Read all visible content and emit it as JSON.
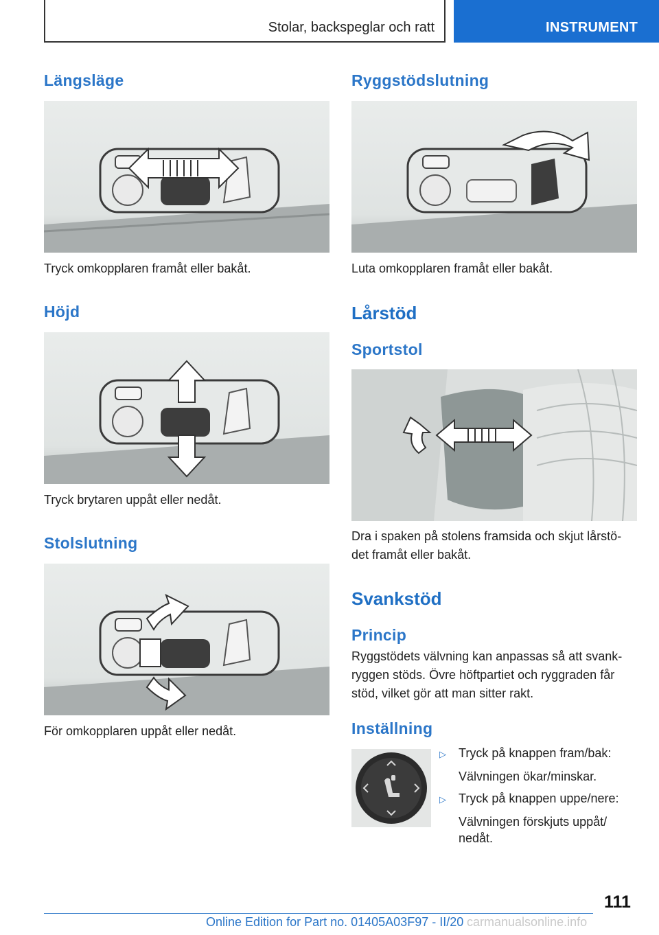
{
  "header": {
    "section": "Stolar, backspeglar och ratt",
    "chapter": "INSTRUMENT"
  },
  "left": {
    "langslage": {
      "heading": "Längsläge",
      "caption": "Tryck omkopplaren framåt eller bakåt."
    },
    "hojd": {
      "heading": "Höjd",
      "caption": "Tryck brytaren uppåt eller nedåt."
    },
    "stolslutning": {
      "heading": "Stolslutning",
      "caption": "För omkopplaren uppåt eller nedåt."
    }
  },
  "right": {
    "ryggstod": {
      "heading": "Ryggstödslutning",
      "caption": "Luta omkopplaren framåt eller bakåt."
    },
    "larstod": {
      "title": "Lårstöd",
      "sub": "Sportstol",
      "caption_line1": "Dra i spaken på stolens framsida och skjut lårstö-",
      "caption_line2": "det framåt eller bakåt."
    },
    "svankstod": {
      "title": "Svankstöd",
      "princip_heading": "Princip",
      "princip_line1": "Ryggstödets välvning kan anpassas så att svank-",
      "princip_line2": "ryggen stöds. Övre höftpartiet och ryggraden får",
      "princip_line3": "stöd, vilket gör att man sitter rakt.",
      "installning_heading": "Inställning",
      "items": [
        {
          "text": "Tryck på knappen fram/bak:",
          "result": "Välvningen ökar/minskar."
        },
        {
          "text": "Tryck på knappen uppe/nere:",
          "result_line1": "Välvningen förskjuts uppåt/",
          "result_line2": "nedåt."
        }
      ]
    }
  },
  "footer": {
    "page": "111",
    "edition": "Online Edition for Part no. 01405A03F97 - II/20",
    "watermark": "carmanualsonline.info"
  }
}
